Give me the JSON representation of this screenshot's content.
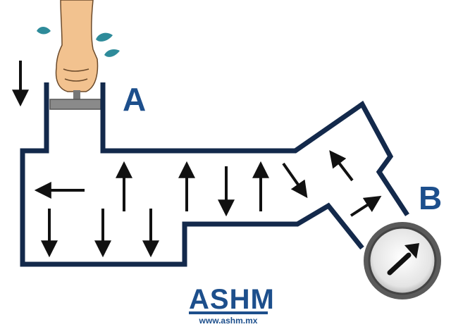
{
  "labels": {
    "piston_label": "A",
    "gauge_label": "B"
  },
  "logo": {
    "brand": "ASHM",
    "url": "www.ashm.mx"
  },
  "colors": {
    "pipe_outline": "#13294b",
    "arrow": "#111111",
    "brand": "#1d4f8c",
    "water": "#2e8b9a",
    "skin": "#f2c28f",
    "piston": "#777777",
    "gauge_rim": "#5a5a5a"
  }
}
